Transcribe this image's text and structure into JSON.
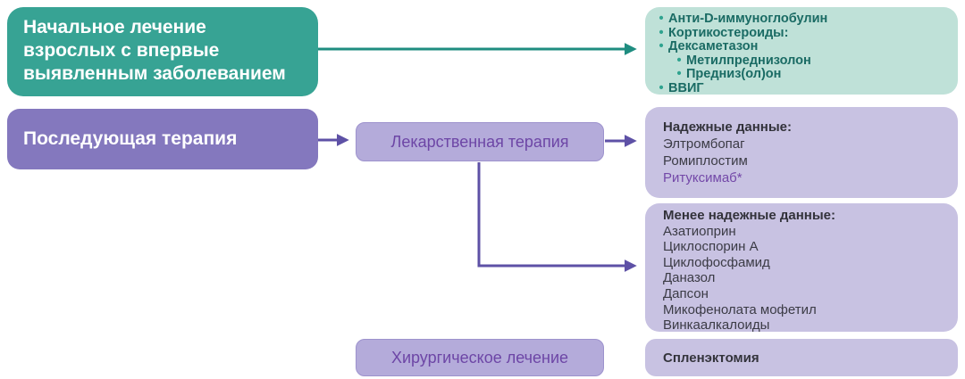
{
  "colors": {
    "teal_box": "#37A394",
    "teal_light_box": "#BFE1D8",
    "teal_text": "#1A6B64",
    "teal_arrow": "#1F8D80",
    "purple_box": "#8478BE",
    "purple_mid_box": "#B4ABDA",
    "lavender_box": "#C8C2E2",
    "purple_text": "#6D46A6",
    "purple_arrow": "#5E51A6",
    "dark_text": "#3B3B45"
  },
  "flowchart": {
    "initial_treatment": {
      "label": "Начальное лечение взрослых с впервые выявленным заболеванием",
      "lines": [
        "Начальное лечение",
        "взрослых с впервые",
        "выявленным заболеванием"
      ]
    },
    "initial_options": {
      "items": [
        {
          "label": "Анти-D-иммуноглобулин",
          "level": 1
        },
        {
          "label": "Кортикостероиды:",
          "level": 1
        },
        {
          "label": "Дексаметазон",
          "level": 1
        },
        {
          "label": "Метилпреднизолон",
          "level": 2
        },
        {
          "label": "Предниз(ол)он",
          "level": 2
        },
        {
          "label": "ВВИГ",
          "level": 1
        }
      ]
    },
    "subsequent_therapy": {
      "label": "Последующая терапия"
    },
    "drug_therapy": {
      "label": "Лекарственная терапия"
    },
    "reliable_data": {
      "title": "Надежные данные:",
      "items": [
        {
          "label": "Элтромбопаг",
          "highlight": false
        },
        {
          "label": "Ромиплостим",
          "highlight": false
        },
        {
          "label": "Ритуксимаб*",
          "highlight": true
        }
      ]
    },
    "less_reliable_data": {
      "title": "Менее надежные данные:",
      "items": [
        "Азатиоприн",
        "Циклоспорин А",
        "Циклофосфамид",
        "Даназол",
        "Дапсон",
        "Микофенолата мофетил",
        "Винкаалкалоиды"
      ]
    },
    "surgical_treatment": {
      "label": "Хирургическое лечение"
    },
    "splenectomy": {
      "label": "Спленэктомия"
    }
  }
}
